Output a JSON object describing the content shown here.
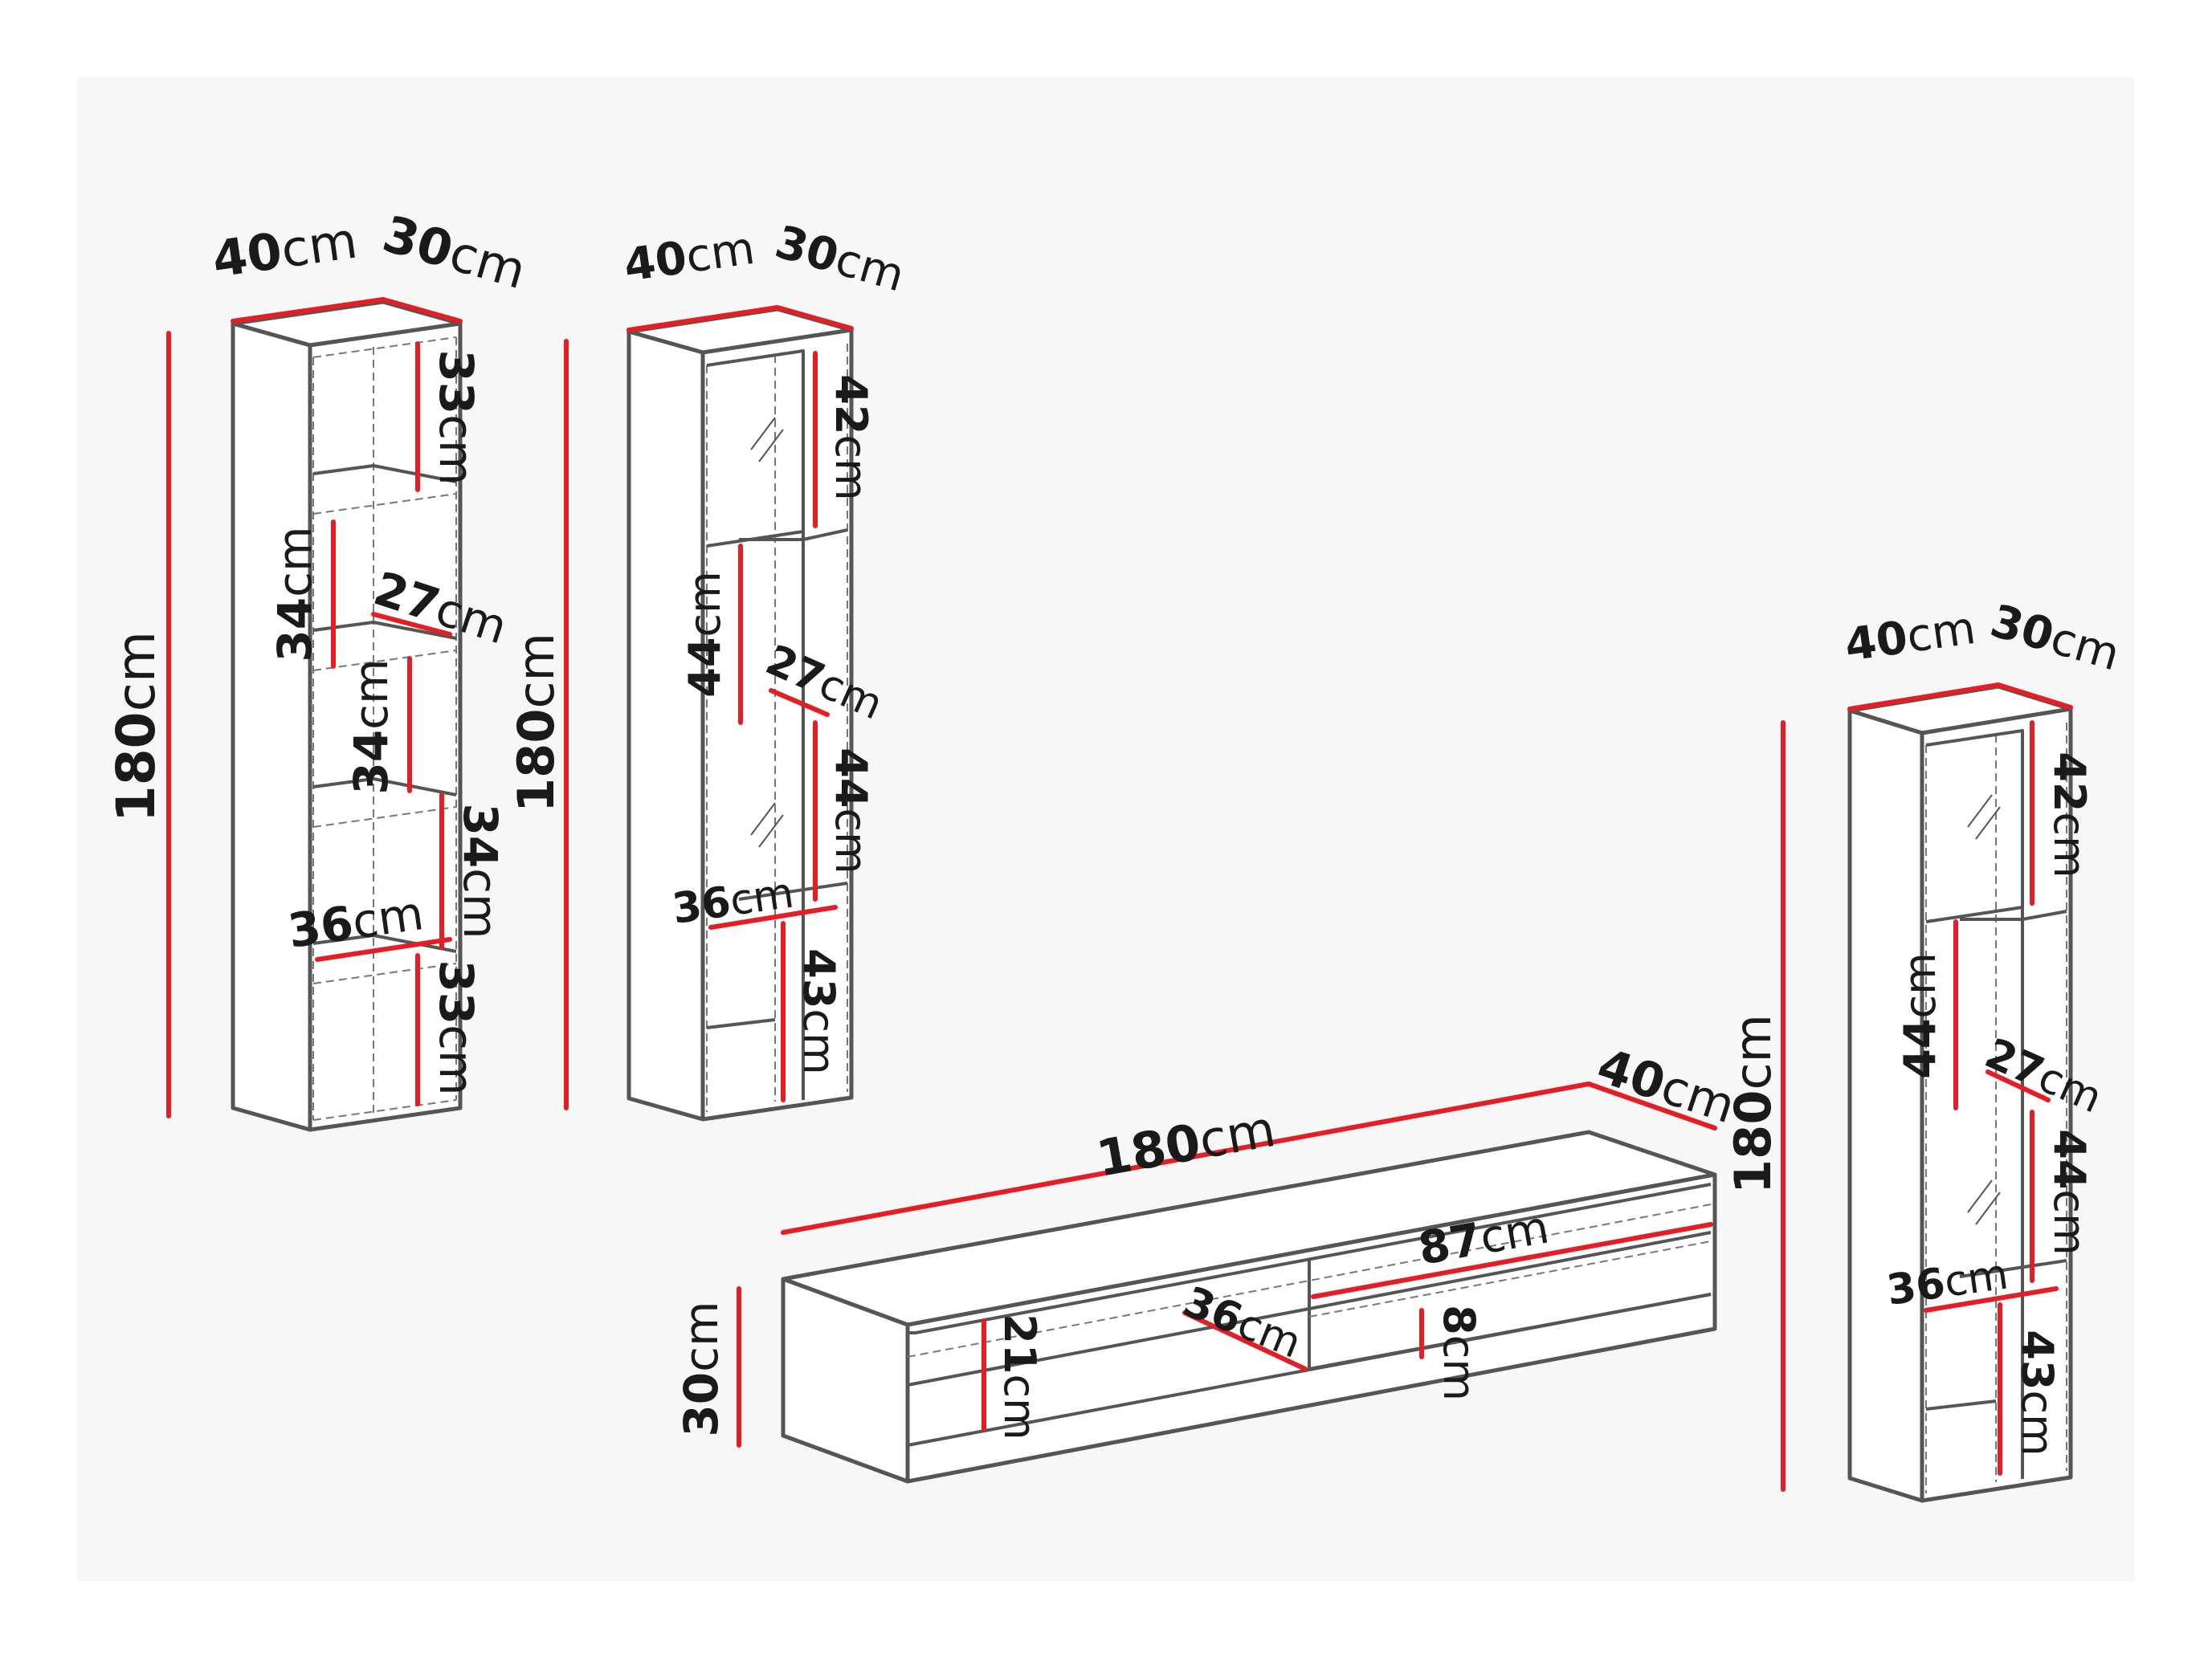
{
  "colors": {
    "background": "#ffffff",
    "panel": "#f7f7f7",
    "outline": "#555555",
    "dimension": "#e31e24",
    "text": "#1a1a1a"
  },
  "units": "cm",
  "cabinets": {
    "tall_open": {
      "width": "40",
      "depth": "30",
      "height": "180",
      "shelves": [
        "33",
        "34",
        "34",
        "34",
        "33"
      ],
      "inner_depth": "27",
      "inner_width": "36"
    },
    "tall_glass_left": {
      "width": "40",
      "depth": "30",
      "height": "180",
      "sections": [
        "42",
        "44",
        "44",
        "43"
      ],
      "inner_depth": "27",
      "inner_width": "36"
    },
    "tall_glass_right": {
      "width": "40",
      "depth": "30",
      "height": "180",
      "sections": [
        "42",
        "44",
        "44",
        "43"
      ],
      "inner_depth": "27",
      "inner_width": "36"
    },
    "tv_stand": {
      "width": "180",
      "depth": "40",
      "height": "30",
      "drawer_width": "87",
      "drawer_height": "21",
      "inner_depth": "36",
      "niche_height": "8"
    }
  }
}
